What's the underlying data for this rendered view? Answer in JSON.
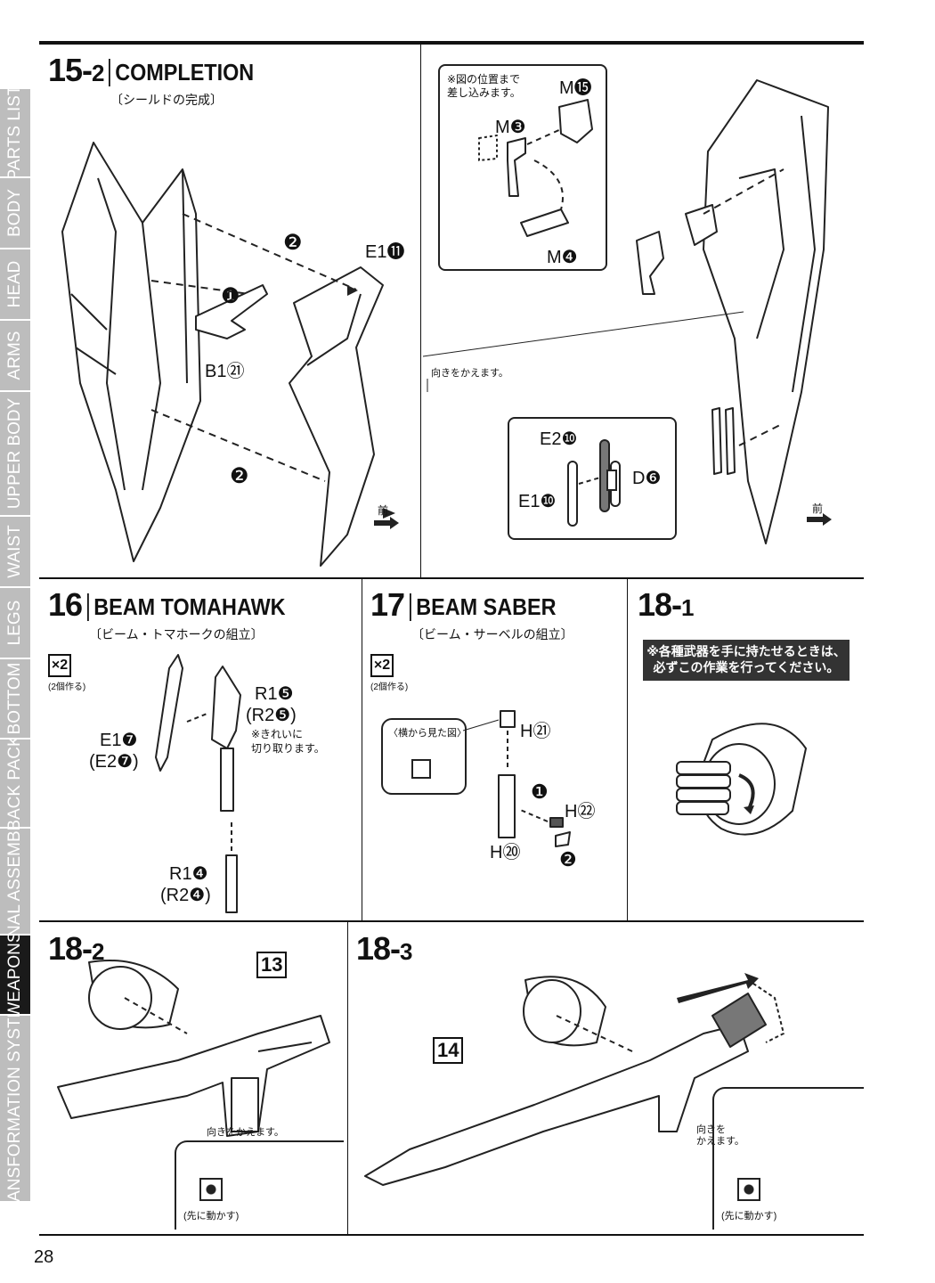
{
  "sidebar": {
    "tabs": [
      {
        "label": "PARTS LIST",
        "active": false
      },
      {
        "label": "BODY",
        "active": false
      },
      {
        "label": "HEAD",
        "active": false
      },
      {
        "label": "ARMS",
        "active": false
      },
      {
        "label": "UPPER BODY",
        "active": false
      },
      {
        "label": "WAIST",
        "active": false
      },
      {
        "label": "LEGS",
        "active": false
      },
      {
        "label": "BOTTOM",
        "active": false
      },
      {
        "label": "BACK PACK",
        "active": false
      },
      {
        "label": "FINAL ASSEMBLE",
        "active": false
      },
      {
        "label": "WEAPONS",
        "active": true
      },
      {
        "label": "TRANSFORMATION SYSTEM",
        "active": false
      }
    ]
  },
  "page_number": "28",
  "steps": {
    "s15_2": {
      "num_major": "15-",
      "num_minor": "2",
      "title": "COMPLETION",
      "subtitle": "〔シールドの完成〕",
      "labels": {
        "e1_11": "E1⓫",
        "b1_21": "B1㉑",
        "mark1": "❶",
        "mark2a": "❷",
        "mark2b": "❷",
        "front": "前"
      },
      "right": {
        "note": "※図の位置まで\n差し込みます。",
        "m15": "M⓯",
        "m3": "M❸",
        "m4": "M❹",
        "turn_note": "向きをかえます。",
        "e2_10": "E2❿",
        "e1_10": "E1❿",
        "d6": "D❻",
        "front": "前"
      }
    },
    "s16": {
      "num": "16",
      "title": "BEAM TOMAHAWK",
      "subtitle": "〔ビーム・トマホークの組立〕",
      "qty": "×2",
      "qty_note": "(2個作る)",
      "r1_5": "R1❺",
      "r2_5": "(R2❺)",
      "clean_note": "※きれいに\n切り取ります。",
      "e1_7": "E1❼",
      "e2_7": "(E2❼)",
      "r1_4": "R1❹",
      "r2_4": "(R2❹)"
    },
    "s17": {
      "num": "17",
      "title": "BEAM SABER",
      "subtitle": "〔ビーム・サーベルの組立〕",
      "qty": "×2",
      "qty_note": "(2個作る)",
      "side_view": "〈横から見た図〉",
      "h21": "H㉑",
      "h22": "H㉒",
      "h20": "H⑳",
      "mark1": "❶",
      "mark2": "❷"
    },
    "s18_1": {
      "num_major": "18-",
      "num_minor": "1",
      "note": "※各種武器を手に持たせるときは、\n必ずこの作業を行ってください。"
    },
    "s18_2": {
      "num_major": "18-",
      "num_minor": "2",
      "badge": "13",
      "turn_note": "向きをかえます。",
      "first_move": "(先に動かす)"
    },
    "s18_3": {
      "num_major": "18-",
      "num_minor": "3",
      "badge": "14",
      "turn_note": "向きを\nかえます。",
      "first_move": "(先に動かす)"
    }
  }
}
